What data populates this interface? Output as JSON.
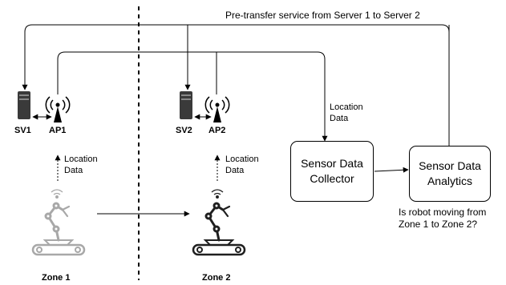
{
  "header": {
    "pretransfer_label": "Pre-transfer service from Server 1 to Server 2"
  },
  "zones": [
    {
      "label": "Zone 1",
      "server_label": "SV1",
      "ap_label": "AP1",
      "location_line1": "Location",
      "location_line2": "Data"
    },
    {
      "label": "Zone 2",
      "server_label": "SV2",
      "ap_label": "AP2",
      "location_line1": "Location",
      "location_line2": "Data"
    }
  ],
  "collector": {
    "line1": "Sensor Data",
    "line2": "Collector",
    "input_line1": "Location",
    "input_line2": "Data"
  },
  "analytics": {
    "line1": "Sensor Data",
    "line2": "Analytics",
    "question_line1": "Is robot moving from",
    "question_line2": "Zone 1 to Zone 2?"
  },
  "colors": {
    "line": "#000000",
    "server": "#3a3a3a",
    "robot_faded": "#a8a8a8",
    "robot_active": "#1f1f1f"
  }
}
